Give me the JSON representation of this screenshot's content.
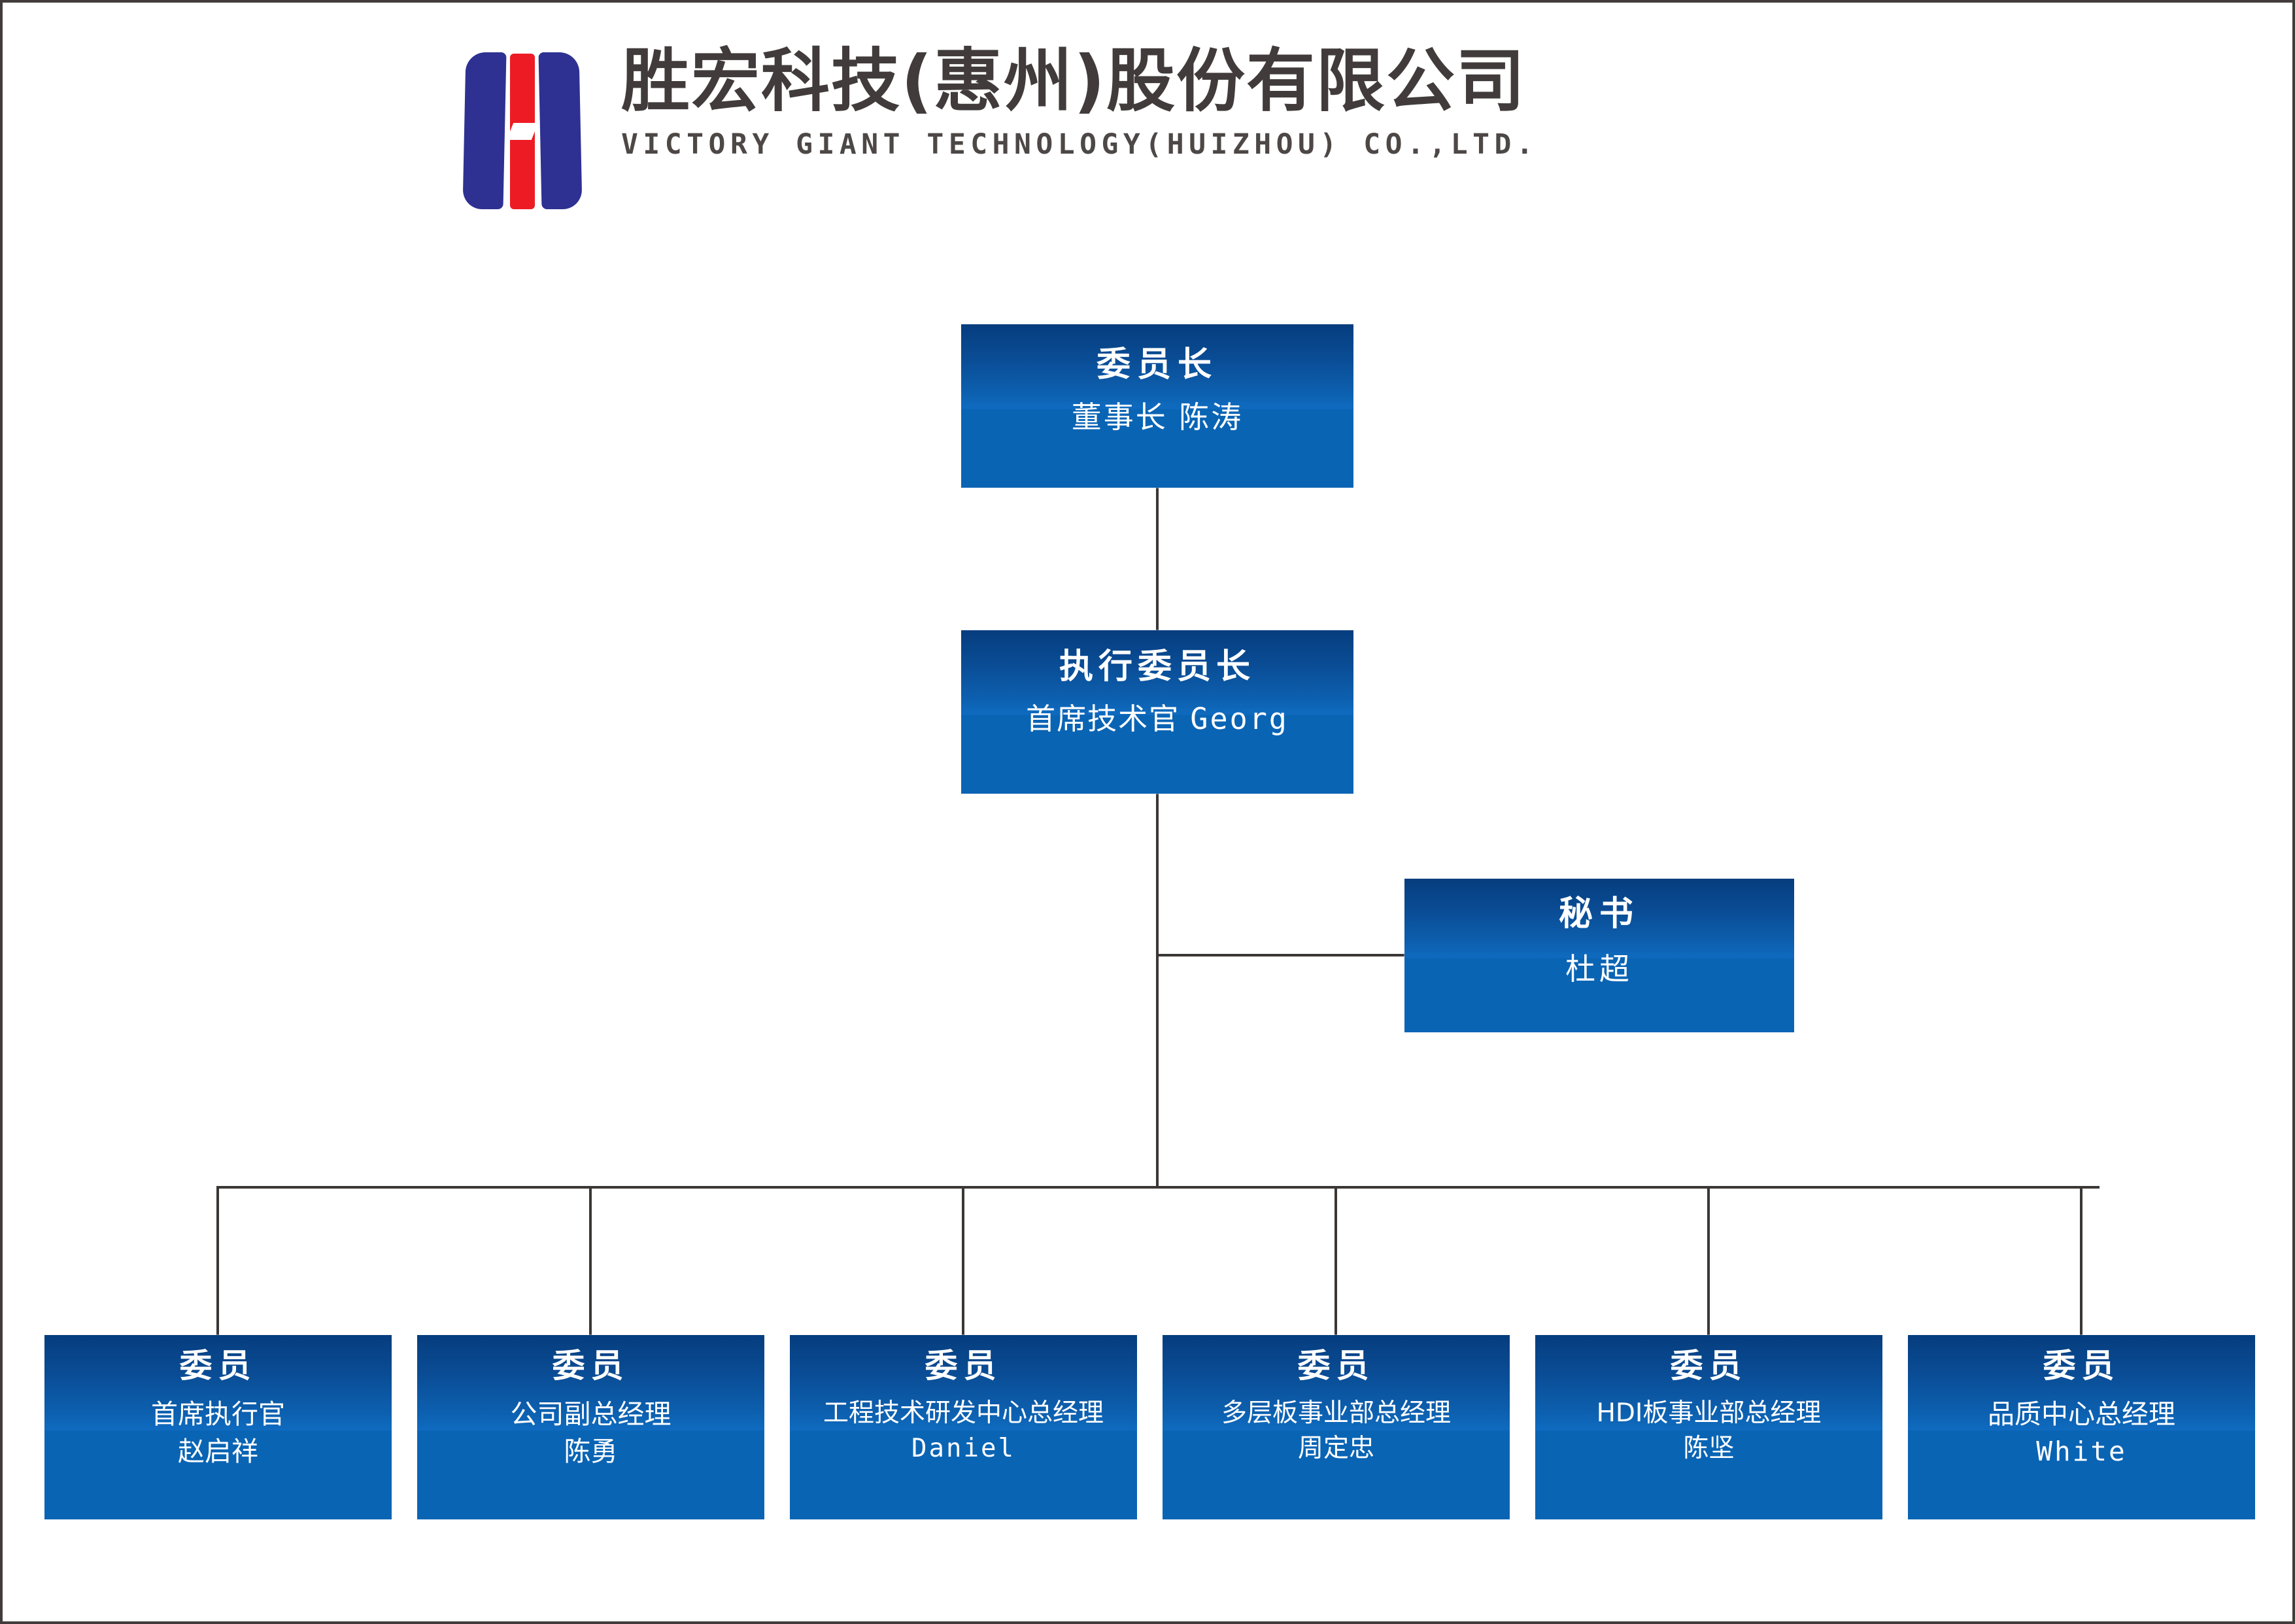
{
  "company": {
    "name_cn": "胜宏科技(惠州)股份有限公司",
    "name_en": "VICTORY GIANT TECHNOLOGY(HUIZHOU) CO.,LTD.",
    "logo_colors": {
      "blue": "#2e3192",
      "red": "#ed1c24"
    }
  },
  "theme": {
    "node_gradient_top": "#063d7e",
    "node_gradient_mid": "#0f6bc0",
    "node_body": "#0a64b4",
    "node_text": "#ffffff",
    "connector": "#3b3735",
    "page_border": "#413c3b",
    "background": "#ffffff"
  },
  "chart_data": {
    "type": "org-chart",
    "title": "胜宏科技(惠州)股份有限公司 组织架构",
    "nodes": [
      {
        "id": "chairman",
        "title": "委员长",
        "subtitle": "董事长 陈涛",
        "role": "董事长",
        "person": "陈涛",
        "level": 0
      },
      {
        "id": "executive",
        "title": "执行委员长",
        "subtitle": "首席技术官 Georg",
        "role": "首席技术官",
        "person": "Georg",
        "level": 1
      },
      {
        "id": "secretary",
        "title": "秘书",
        "subtitle": "杜超",
        "role": "秘书",
        "person": "杜超",
        "level": 2
      },
      {
        "id": "member-0",
        "title": "委员",
        "role": "首席执行官",
        "person": "赵启祥",
        "level": 3
      },
      {
        "id": "member-1",
        "title": "委员",
        "role": "公司副总经理",
        "person": "陈勇",
        "level": 3
      },
      {
        "id": "member-2",
        "title": "委员",
        "role": "工程技术研发中心总经理",
        "person": "Daniel",
        "level": 3
      },
      {
        "id": "member-3",
        "title": "委员",
        "role": "多层板事业部总经理",
        "person": "周定忠",
        "level": 3
      },
      {
        "id": "member-4",
        "title": "委员",
        "role": "HDI板事业部总经理",
        "person": "陈坚",
        "level": 3
      },
      {
        "id": "member-5",
        "title": "委员",
        "role": "品质中心总经理",
        "person": "White",
        "level": 3
      }
    ],
    "edges": [
      {
        "from": "chairman",
        "to": "executive"
      },
      {
        "from": "executive",
        "to": "secretary"
      },
      {
        "from": "executive",
        "to": "member-0"
      },
      {
        "from": "executive",
        "to": "member-1"
      },
      {
        "from": "executive",
        "to": "member-2"
      },
      {
        "from": "executive",
        "to": "member-3"
      },
      {
        "from": "executive",
        "to": "member-4"
      },
      {
        "from": "executive",
        "to": "member-5"
      }
    ]
  },
  "nodes": {
    "chairman": {
      "title": "委员长",
      "subtitle": "董事长 陈涛"
    },
    "executive": {
      "title": "执行委员长",
      "subtitle_cn": "首席技术官 ",
      "subtitle_lat": "Georg"
    },
    "secretary": {
      "title": "秘书",
      "subtitle": "杜超"
    },
    "members": [
      {
        "title": "委员",
        "role": "首席执行官",
        "person": "赵启祥",
        "person_latin": false
      },
      {
        "title": "委员",
        "role": "公司副总经理",
        "person": "陈勇",
        "person_latin": false
      },
      {
        "title": "委员",
        "role": "工程技术研发中心总经理",
        "person": "Daniel",
        "person_latin": true
      },
      {
        "title": "委员",
        "role": "多层板事业部总经理",
        "person": "周定忠",
        "person_latin": false
      },
      {
        "title": "委员",
        "role": "HDI板事业部总经理",
        "person": "陈坚",
        "person_latin": false
      },
      {
        "title": "委员",
        "role": "品质中心总经理",
        "person": "White",
        "person_latin": true
      }
    ]
  }
}
